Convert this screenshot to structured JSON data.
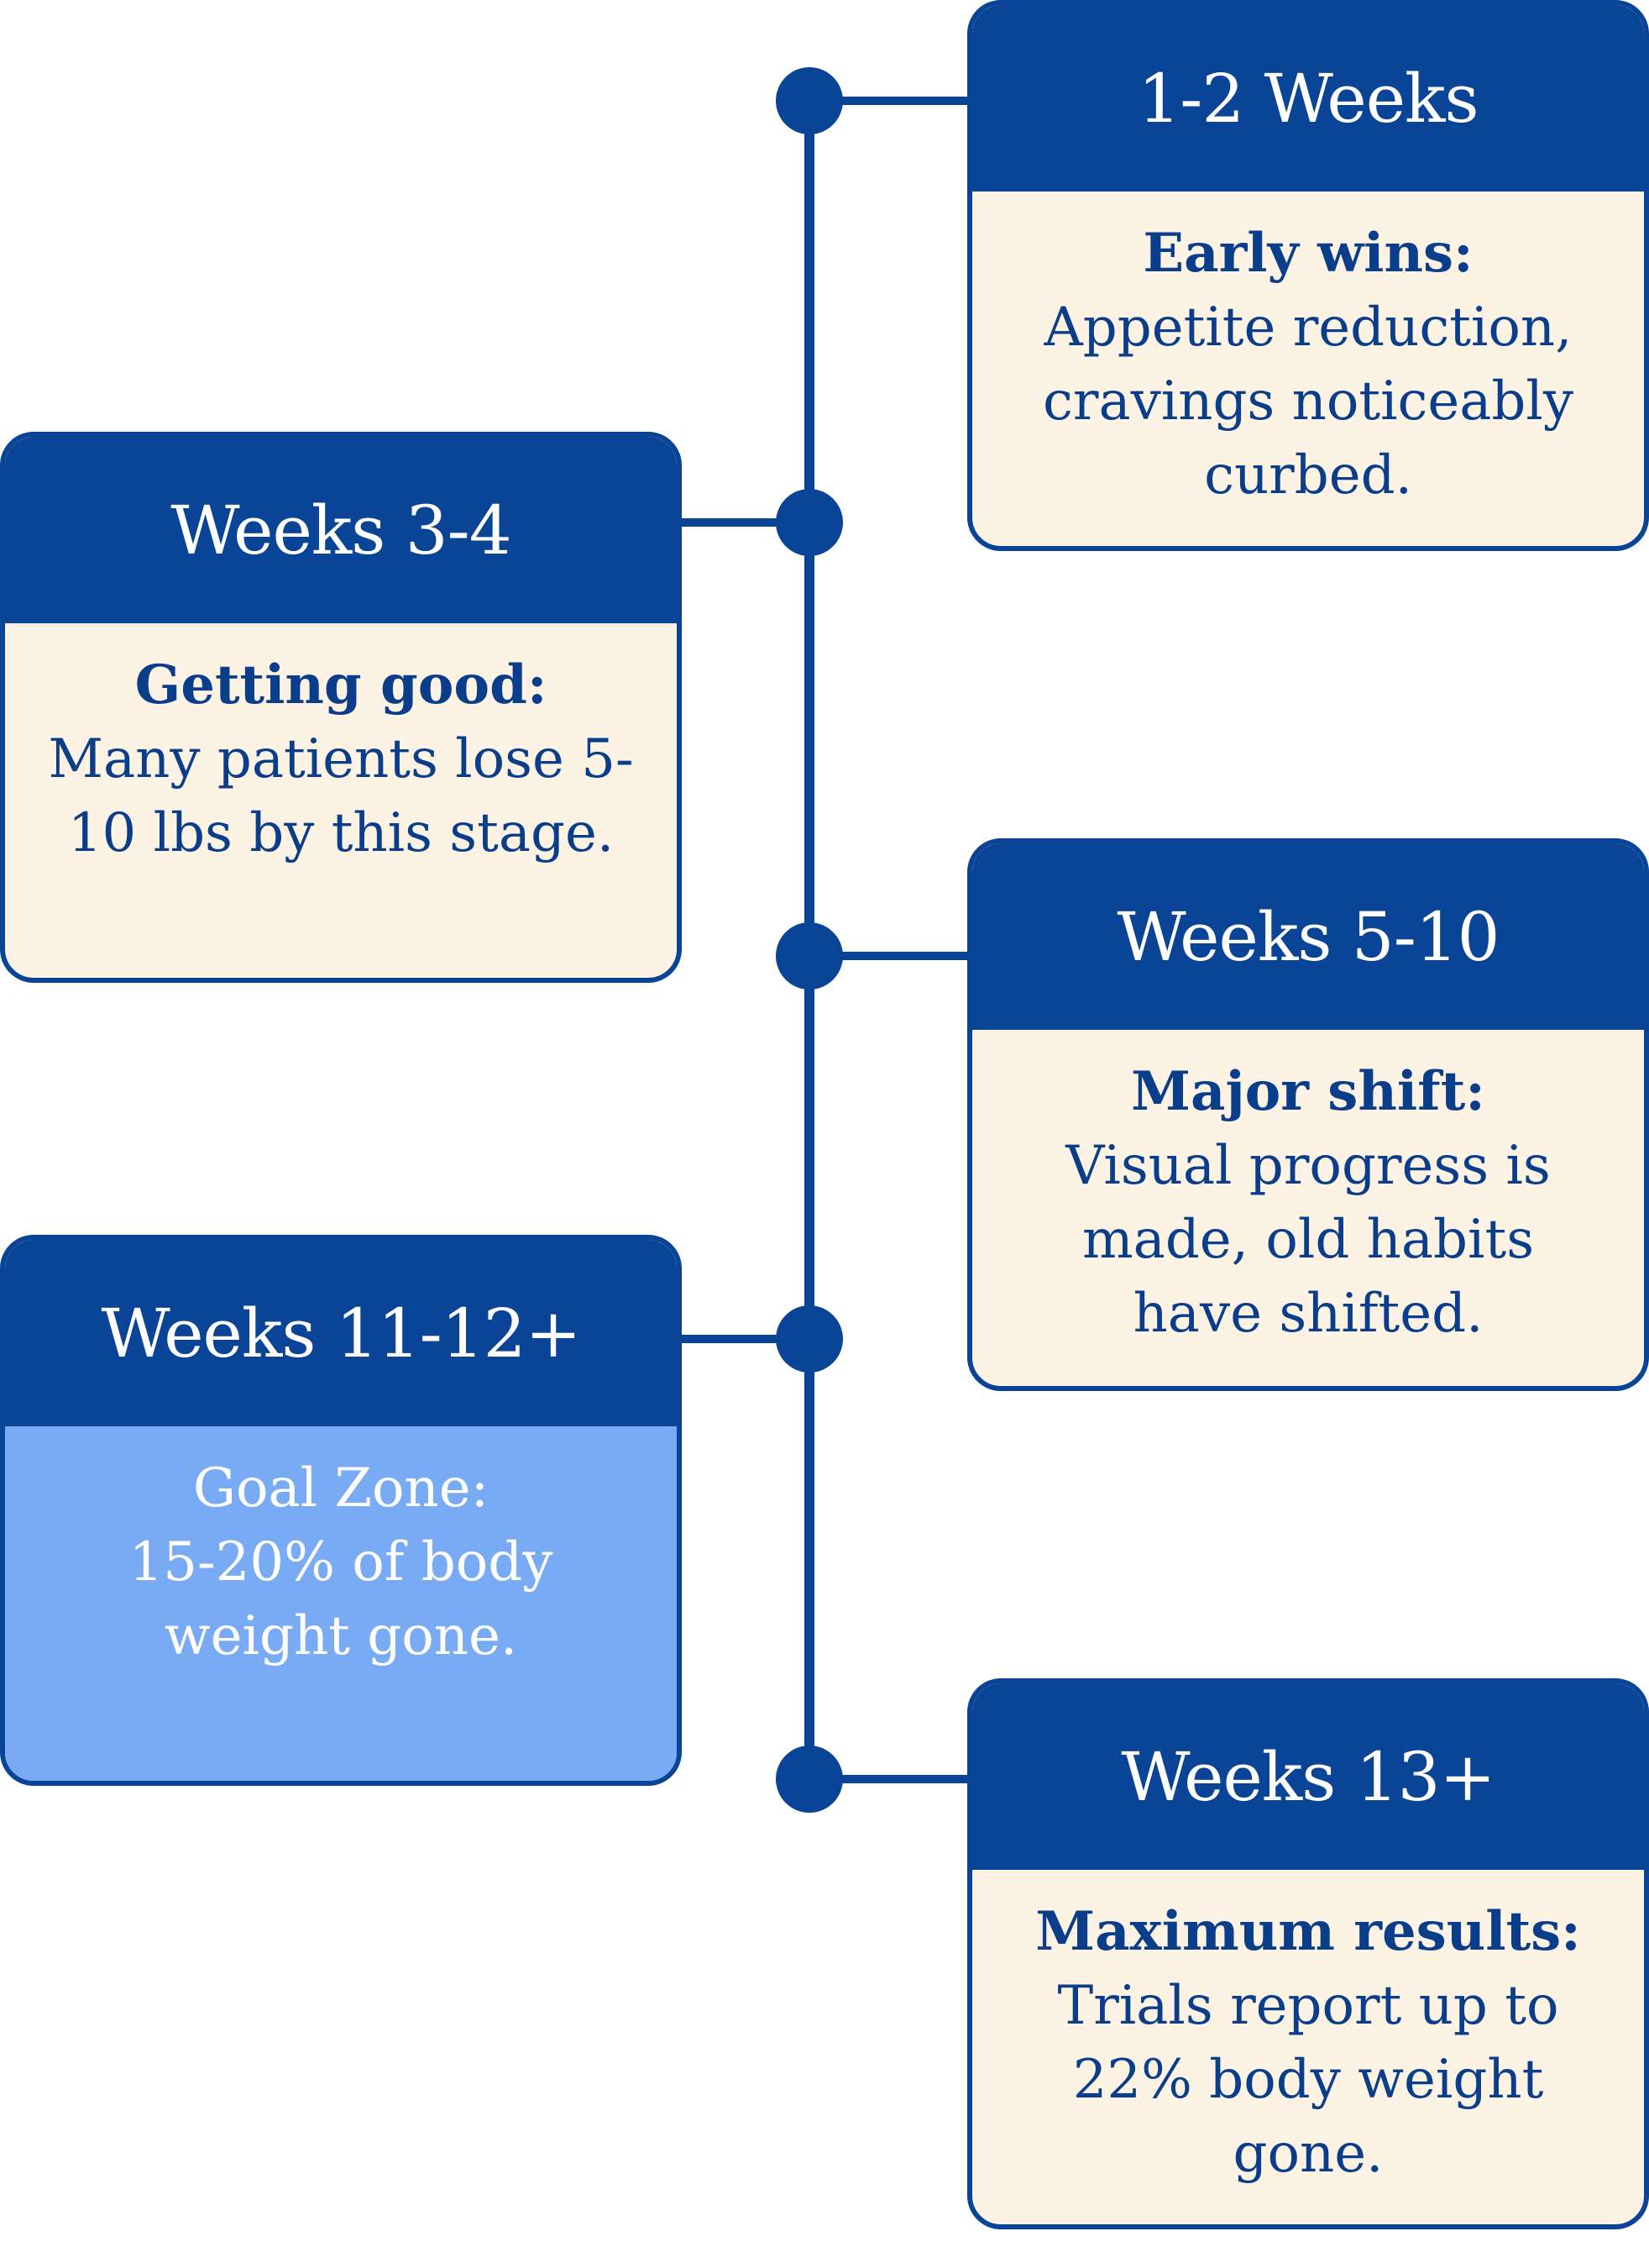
{
  "colors": {
    "navy": "#0a4496",
    "cream": "#fdf3e4",
    "highlight": "#79aaf4",
    "text_dark": "#0a3d8a",
    "white": "#ffffff"
  },
  "stages": [
    {
      "title": "1-2 Weeks",
      "lead": "Early wins:",
      "desc": "Appetite reduction, cravings noticeably curbed.",
      "side": "right",
      "highlight": false
    },
    {
      "title": "Weeks 3-4",
      "lead": "Getting good:",
      "desc": "Many patients lose 5-10 lbs by this stage.",
      "side": "left",
      "highlight": false
    },
    {
      "title": "Weeks 5-10",
      "lead": "Major shift:",
      "desc": "Visual progress is made, old habits have shifted.",
      "side": "right",
      "highlight": false
    },
    {
      "title": "Weeks 11-12+",
      "lead": "Goal Zone:",
      "desc": "15-20% of body weight gone.",
      "side": "left",
      "highlight": true
    },
    {
      "title": "Weeks 13+",
      "lead": "Maximum results:",
      "desc": "Trials report up to 22% body weight gone.",
      "side": "right",
      "highlight": false
    }
  ]
}
